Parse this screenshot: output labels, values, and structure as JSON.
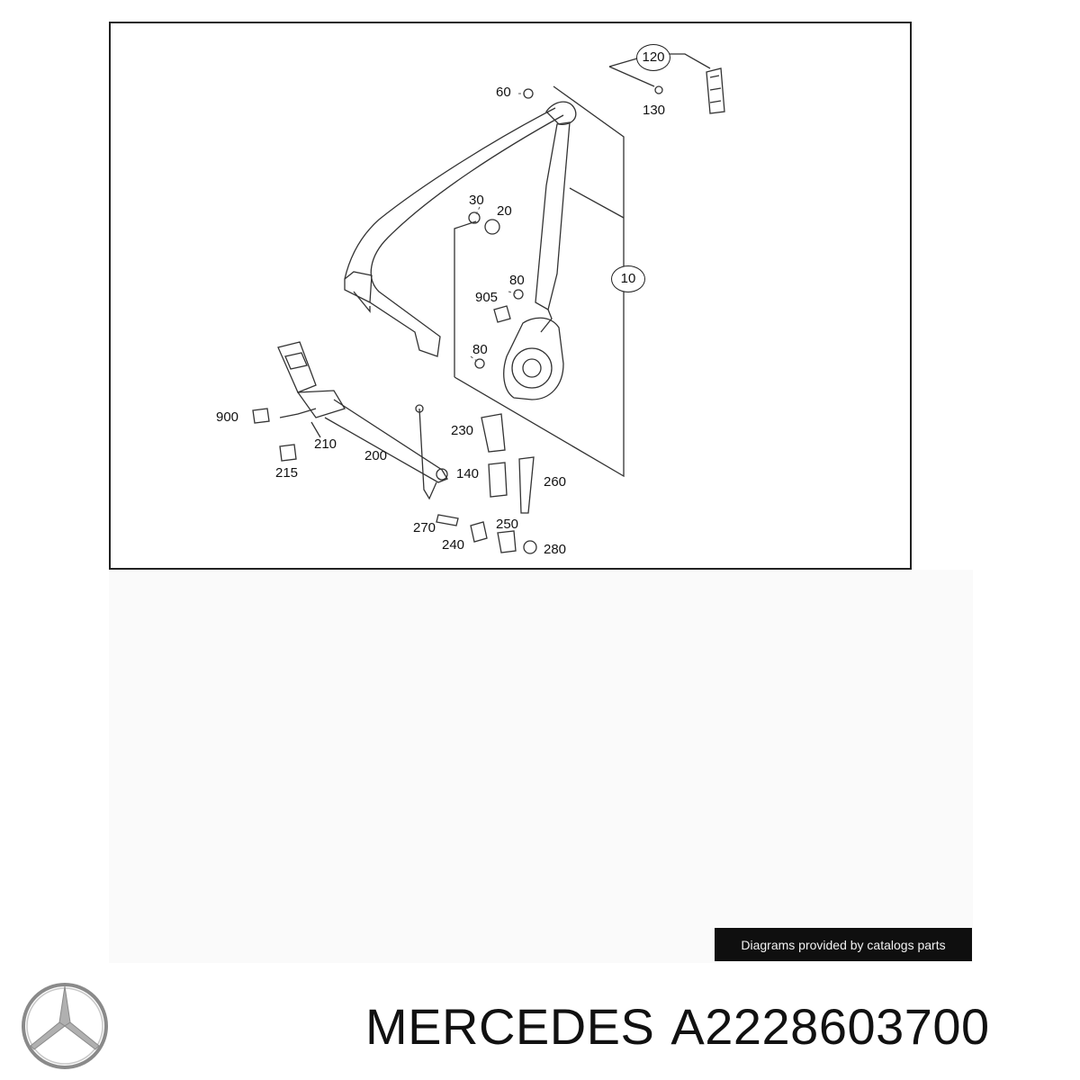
{
  "diagram": {
    "callouts": [
      {
        "id": "c120",
        "label": "120",
        "circled": true
      },
      {
        "id": "c60",
        "label": "60"
      },
      {
        "id": "c130",
        "label": "130"
      },
      {
        "id": "c30",
        "label": "30"
      },
      {
        "id": "c20",
        "label": "20"
      },
      {
        "id": "c10",
        "label": "10",
        "circled": true
      },
      {
        "id": "c80a",
        "label": "80"
      },
      {
        "id": "c905",
        "label": "905"
      },
      {
        "id": "c80b",
        "label": "80"
      },
      {
        "id": "c900",
        "label": "900"
      },
      {
        "id": "c210",
        "label": "210"
      },
      {
        "id": "c215",
        "label": "215"
      },
      {
        "id": "c200",
        "label": "200"
      },
      {
        "id": "c230",
        "label": "230"
      },
      {
        "id": "c140",
        "label": "140"
      },
      {
        "id": "c260",
        "label": "260"
      },
      {
        "id": "c270",
        "label": "270"
      },
      {
        "id": "c250",
        "label": "250"
      },
      {
        "id": "c240",
        "label": "240"
      },
      {
        "id": "c280",
        "label": "280"
      }
    ]
  },
  "credit": "Diagrams provided by catalogs parts",
  "brand": {
    "name": "MERCEDES",
    "logo_icon": "mercedes-star-icon"
  },
  "part_number": "A2228603700"
}
